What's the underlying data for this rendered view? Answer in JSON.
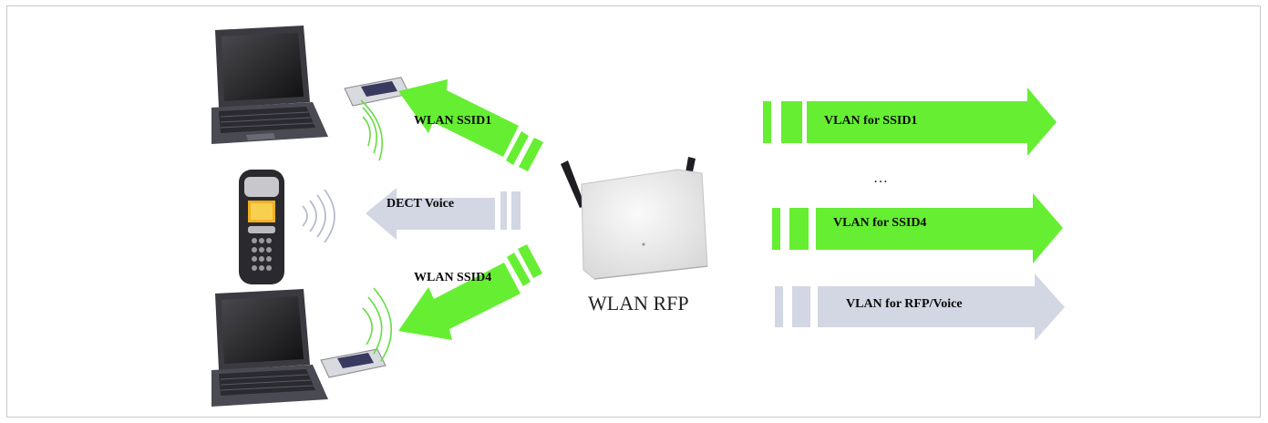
{
  "colors": {
    "wlan_arrow": "#66ee33",
    "voice_arrow": "#d3d6e3",
    "device_dark": "#2a2a2e",
    "rfp_body": "#ececec"
  },
  "icons": {
    "laptop": "laptop-icon",
    "phone": "dect-handset-icon",
    "access_point": "wlan-rfp-access-point-icon",
    "wlan_card": "wlan-pc-card-icon",
    "radio_waves": "radio-waves-icon"
  },
  "labels": {
    "wlan_ssid1": "WLAN SSID1",
    "dect_voice": "DECT Voice",
    "wlan_ssid4": "WLAN SSID4",
    "rfp": "WLAN RFP",
    "vlan_ssid1": "VLAN for SSID1",
    "ellipsis": "…",
    "vlan_ssid4": "VLAN for SSID4",
    "vlan_rfp_voice": "VLAN for RFP/Voice"
  }
}
